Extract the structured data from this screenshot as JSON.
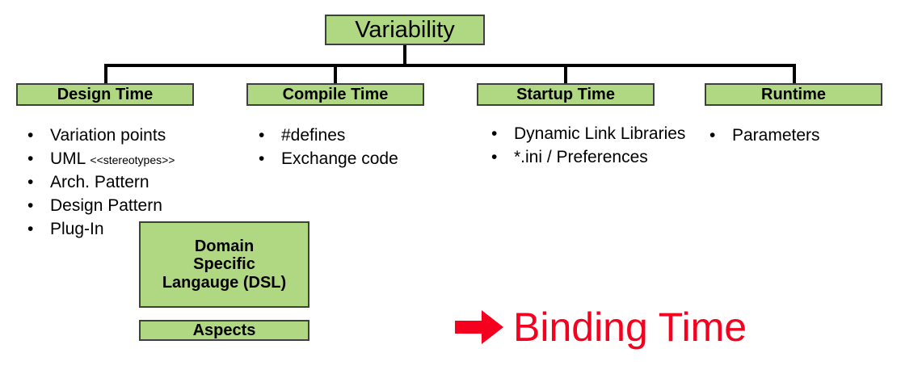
{
  "diagram": {
    "title": "Variability",
    "root": {
      "label": "Variability"
    },
    "tiers": [
      {
        "id": "design-time",
        "label": "Design Time"
      },
      {
        "id": "compile-time",
        "label": "Compile Time"
      },
      {
        "id": "startup-time",
        "label": "Startup Time"
      },
      {
        "id": "runtime",
        "label": "Runtime"
      }
    ],
    "lists": {
      "design_time": {
        "bullet": "•",
        "items": [
          {
            "text": "Variation points",
            "tag": ""
          },
          {
            "text": "UML ",
            "tag": "<<stereotypes>>"
          },
          {
            "text": "Arch. Pattern",
            "tag": ""
          },
          {
            "text": "Design Pattern",
            "tag": ""
          },
          {
            "text": "Plug-In",
            "tag": ""
          }
        ]
      },
      "compile_time": {
        "bullet": "•",
        "items": [
          {
            "text": "#defines",
            "tag": ""
          },
          {
            "text": "Exchange code",
            "tag": ""
          }
        ]
      },
      "startup_time": {
        "bullet": "•",
        "items": [
          {
            "text": "Dynamic Link Libraries",
            "tag": ""
          },
          {
            "text": "*.ini / Preferences",
            "tag": ""
          }
        ]
      },
      "runtime": {
        "bullet": "•",
        "items": [
          {
            "text": "Parameters",
            "tag": ""
          }
        ]
      }
    },
    "extra_boxes": {
      "dsl": {
        "line1": "Domain",
        "line2": "Specific",
        "line3": "Langauge (DSL)"
      },
      "aspects": {
        "label": "Aspects"
      }
    },
    "callout": {
      "arrow_icon": "right-arrow-icon",
      "label": "Binding Time"
    },
    "colors": {
      "box_fill": "#b0d882",
      "box_border": "#3f3f3f",
      "connector": "#000000",
      "callout": "#f5001e",
      "text": "#000000",
      "background": "#ffffff"
    }
  }
}
